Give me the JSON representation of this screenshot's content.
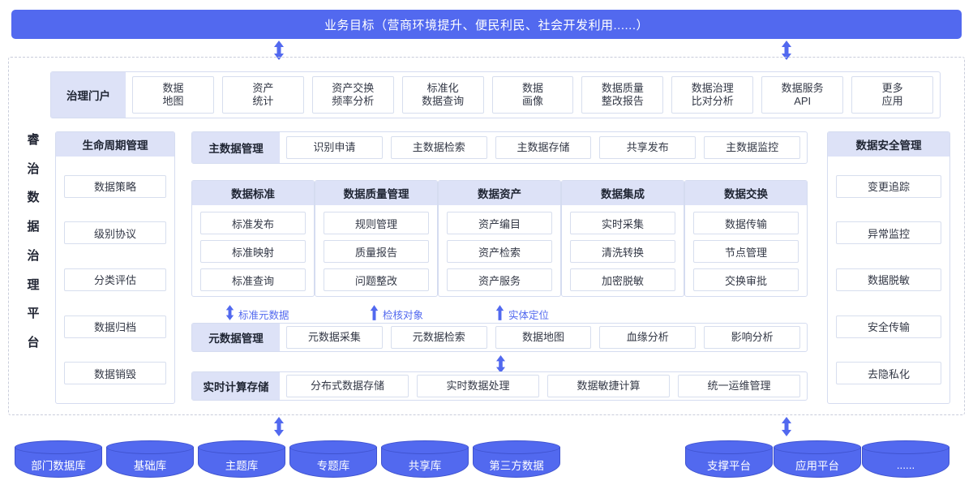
{
  "banner": {
    "title": "业务目标（营商环境提升、便民利民、社会开发利用......）",
    "color": "#5269ef"
  },
  "platform": {
    "vertical_label": "睿治数据治理平台",
    "vertical_chars": [
      "睿",
      "治",
      "数",
      "据",
      "治",
      "理",
      "平",
      "台"
    ]
  },
  "portal": {
    "title": "治理门户",
    "items": [
      {
        "line1": "数据",
        "line2": "地图"
      },
      {
        "line1": "资产",
        "line2": "统计"
      },
      {
        "line1": "资产交换",
        "line2": "频率分析"
      },
      {
        "line1": "标准化",
        "line2": "数据查询"
      },
      {
        "line1": "数据",
        "line2": "画像"
      },
      {
        "line1": "数据质量",
        "line2": "整改报告"
      },
      {
        "line1": "数据治理",
        "line2": "比对分析"
      },
      {
        "line1": "数据服务",
        "line2": "API"
      },
      {
        "line1": "更多",
        "line2": "应用"
      }
    ]
  },
  "lifecycle": {
    "title": "生命周期管理",
    "items": [
      "数据策略",
      "级别协议",
      "分类评估",
      "数据归档",
      "数据销毁"
    ]
  },
  "master_data": {
    "title": "主数据管理",
    "items": [
      "识别申请",
      "主数据检索",
      "主数据存储",
      "共享发布",
      "主数据监控"
    ]
  },
  "domains": [
    {
      "title": "数据标准",
      "items": [
        "标准发布",
        "标准映射",
        "标准查询"
      ]
    },
    {
      "title": "数据质量管理",
      "items": [
        "规则管理",
        "质量报告",
        "问题整改"
      ]
    },
    {
      "title": "数据资产",
      "items": [
        "资产编目",
        "资产检索",
        "资产服务"
      ]
    },
    {
      "title": "数据集成",
      "items": [
        "实时采集",
        "清洗转换",
        "加密脱敏"
      ]
    },
    {
      "title": "数据交换",
      "items": [
        "数据传输",
        "节点管理",
        "交换审批"
      ]
    }
  ],
  "arrow_labels": [
    {
      "text": "标准元数据",
      "icon": "double-arrow-icon"
    },
    {
      "text": "检核对象",
      "icon": "up-arrow-icon"
    },
    {
      "text": "实体定位",
      "icon": "up-arrow-icon"
    }
  ],
  "metadata": {
    "title": "元数据管理",
    "items": [
      "元数据采集",
      "元数据检索",
      "数据地图",
      "血缘分析",
      "影响分析"
    ]
  },
  "realtime": {
    "title": "实时计算存储",
    "items": [
      "分布式数据存储",
      "实时数据处理",
      "数据敏捷计算",
      "统一运维管理"
    ]
  },
  "security": {
    "title": "数据安全管理",
    "items": [
      "变更追踪",
      "异常监控",
      "数据脱敏",
      "安全传输",
      "去隐私化"
    ]
  },
  "sources_left": [
    "部门数据库",
    "基础库",
    "主题库",
    "专题库",
    "共享库",
    "第三方数据"
  ],
  "sources_right": [
    "支撑平台",
    "应用平台",
    "......"
  ],
  "colors": {
    "accent": "#5269ef",
    "header_bg": "#dde2f7",
    "card_border": "#d5dcf0",
    "dotted_border": "#c9cddb"
  }
}
